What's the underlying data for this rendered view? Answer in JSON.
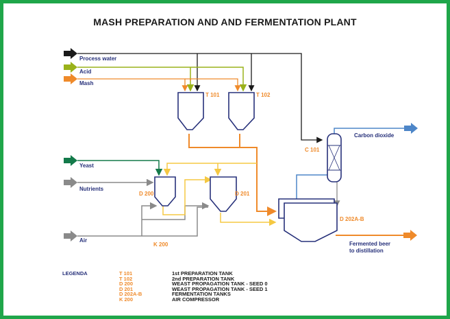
{
  "title": "MASH PREPARATION AND AND FERMENTATION PLANT",
  "colors": {
    "border": "#1fa64a",
    "black": "#1a1a1a",
    "yellowgreen": "#9ab21a",
    "orange": "#ef8a2a",
    "green": "#137a4a",
    "gray": "#8a8a8a",
    "yellow": "#f5c842",
    "blue": "#4d86c8",
    "navy": "#26307a"
  },
  "inputs": {
    "process_water": "Process water",
    "acid": "Acid",
    "mash": "Mash",
    "yeast": "Yeast",
    "nutrients": "Nutrients",
    "air": "Air"
  },
  "outputs": {
    "carbon_dioxide": "Carbon dioxide",
    "fermented_beer_1": "Fermented beer",
    "fermented_beer_2": "to distillation"
  },
  "equipment": {
    "t101": "T 101",
    "t102": "T 102",
    "c101": "C 101",
    "d200": "D 200",
    "d201": "D 201",
    "d202": "D 202A-B",
    "k200": "K 200"
  },
  "legend": {
    "heading": "LEGENDA",
    "items": [
      {
        "code": "T 101",
        "desc": "1st PREPARATION TANK"
      },
      {
        "code": "T 102",
        "desc": "2nd PREPARATION TANK"
      },
      {
        "code": "D 200",
        "desc": "WEAST PROPAGATION TANK - SEED 0"
      },
      {
        "code": "D 201",
        "desc": "WEAST PROPAGATION TANK - SEED 1"
      },
      {
        "code": "D 202A-B",
        "desc": "FERMENTATION TANKS"
      },
      {
        "code": "K 200",
        "desc": "AIR COMPRESSOR"
      }
    ]
  }
}
